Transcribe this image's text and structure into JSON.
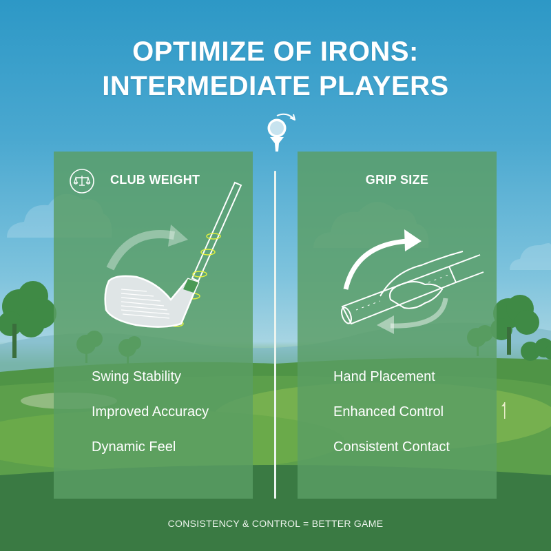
{
  "title": {
    "line1": "OPTIMIZE OF IRONS:",
    "line2": "INTERMEDIATE PLAYERS"
  },
  "center_icon": "golf-ball-on-tee-with-rotate-arrow-icon",
  "panels": [
    {
      "id": "club-weight",
      "header": "CLUB WEIGHT",
      "header_icon": "balance-scale-icon",
      "illustration": "iron-club-with-swing-arrow-icon",
      "features": [
        "Swing Stability",
        "Improved Accuracy",
        "Dynamic Feel"
      ]
    },
    {
      "id": "grip-size",
      "header": "GRIP SIZE",
      "illustration": "hand-gripping-club-with-rotate-arrows-icon",
      "features": [
        "Hand Placement",
        "Enhanced Control",
        "Consistent Contact"
      ]
    }
  ],
  "footer": "CONSISTENCY & CONTROL = BETTER GAME",
  "colors": {
    "sky_top": "#2d98c6",
    "sky_bottom": "#a6d4e2",
    "panel_green": "#5a9e64",
    "grass_dark": "#3a7a43",
    "grass_light": "#6aaa4f",
    "highlight_yellow": "#e8f23a",
    "text": "#ffffff"
  }
}
